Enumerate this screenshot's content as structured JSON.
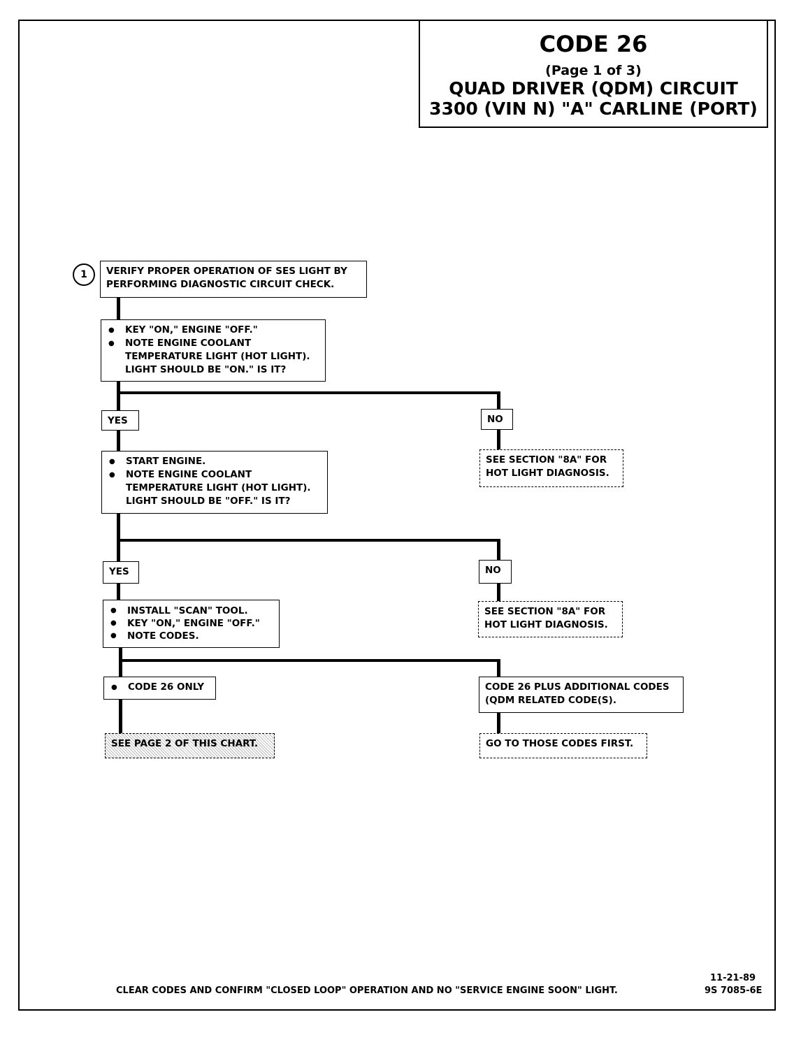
{
  "title": {
    "code": "CODE 26",
    "page": "(Page 1 of 3)",
    "line1": "QUAD DRIVER (QDM) CIRCUIT",
    "line2": "3300  (VIN N)  \"A\"  CARLINE  (PORT)"
  },
  "step_number": "1",
  "box1": "VERIFY PROPER OPERATION OF SES LIGHT BY PERFORMING DIAGNOSTIC CIRCUIT CHECK.",
  "box2": [
    "KEY \"ON,\" ENGINE \"OFF.\"",
    "NOTE ENGINE COOLANT TEMPERATURE LIGHT (HOT LIGHT). LIGHT SHOULD BE \"ON.\"  IS IT?"
  ],
  "yes": "YES",
  "no": "NO",
  "no1_result": "SEE SECTION \"8A\" FOR HOT LIGHT DIAGNOSIS.",
  "box3": [
    "START ENGINE.",
    "NOTE ENGINE COOLANT TEMPERATURE LIGHT (HOT LIGHT). LIGHT SHOULD BE \"OFF.\"  IS IT?"
  ],
  "no2_result": "SEE SECTION \"8A\" FOR HOT LIGHT DIAGNOSIS.",
  "box4": [
    "INSTALL \"SCAN\" TOOL.",
    "KEY \"ON,\" ENGINE \"OFF.\"",
    "NOTE CODES."
  ],
  "code26_only": "CODE 26 ONLY",
  "code26_plus": "CODE 26 PLUS ADDITIONAL CODES (QDM RELATED CODE(S).",
  "see_page2": "SEE PAGE 2 OF THIS CHART.",
  "go_first": "GO TO THOSE CODES FIRST.",
  "footer": {
    "note": "CLEAR CODES AND CONFIRM \"CLOSED LOOP\"  OPERATION AND NO \"SERVICE ENGINE SOON\" LIGHT.",
    "date": "11-21-89",
    "doc": "9S 7085-6E"
  }
}
